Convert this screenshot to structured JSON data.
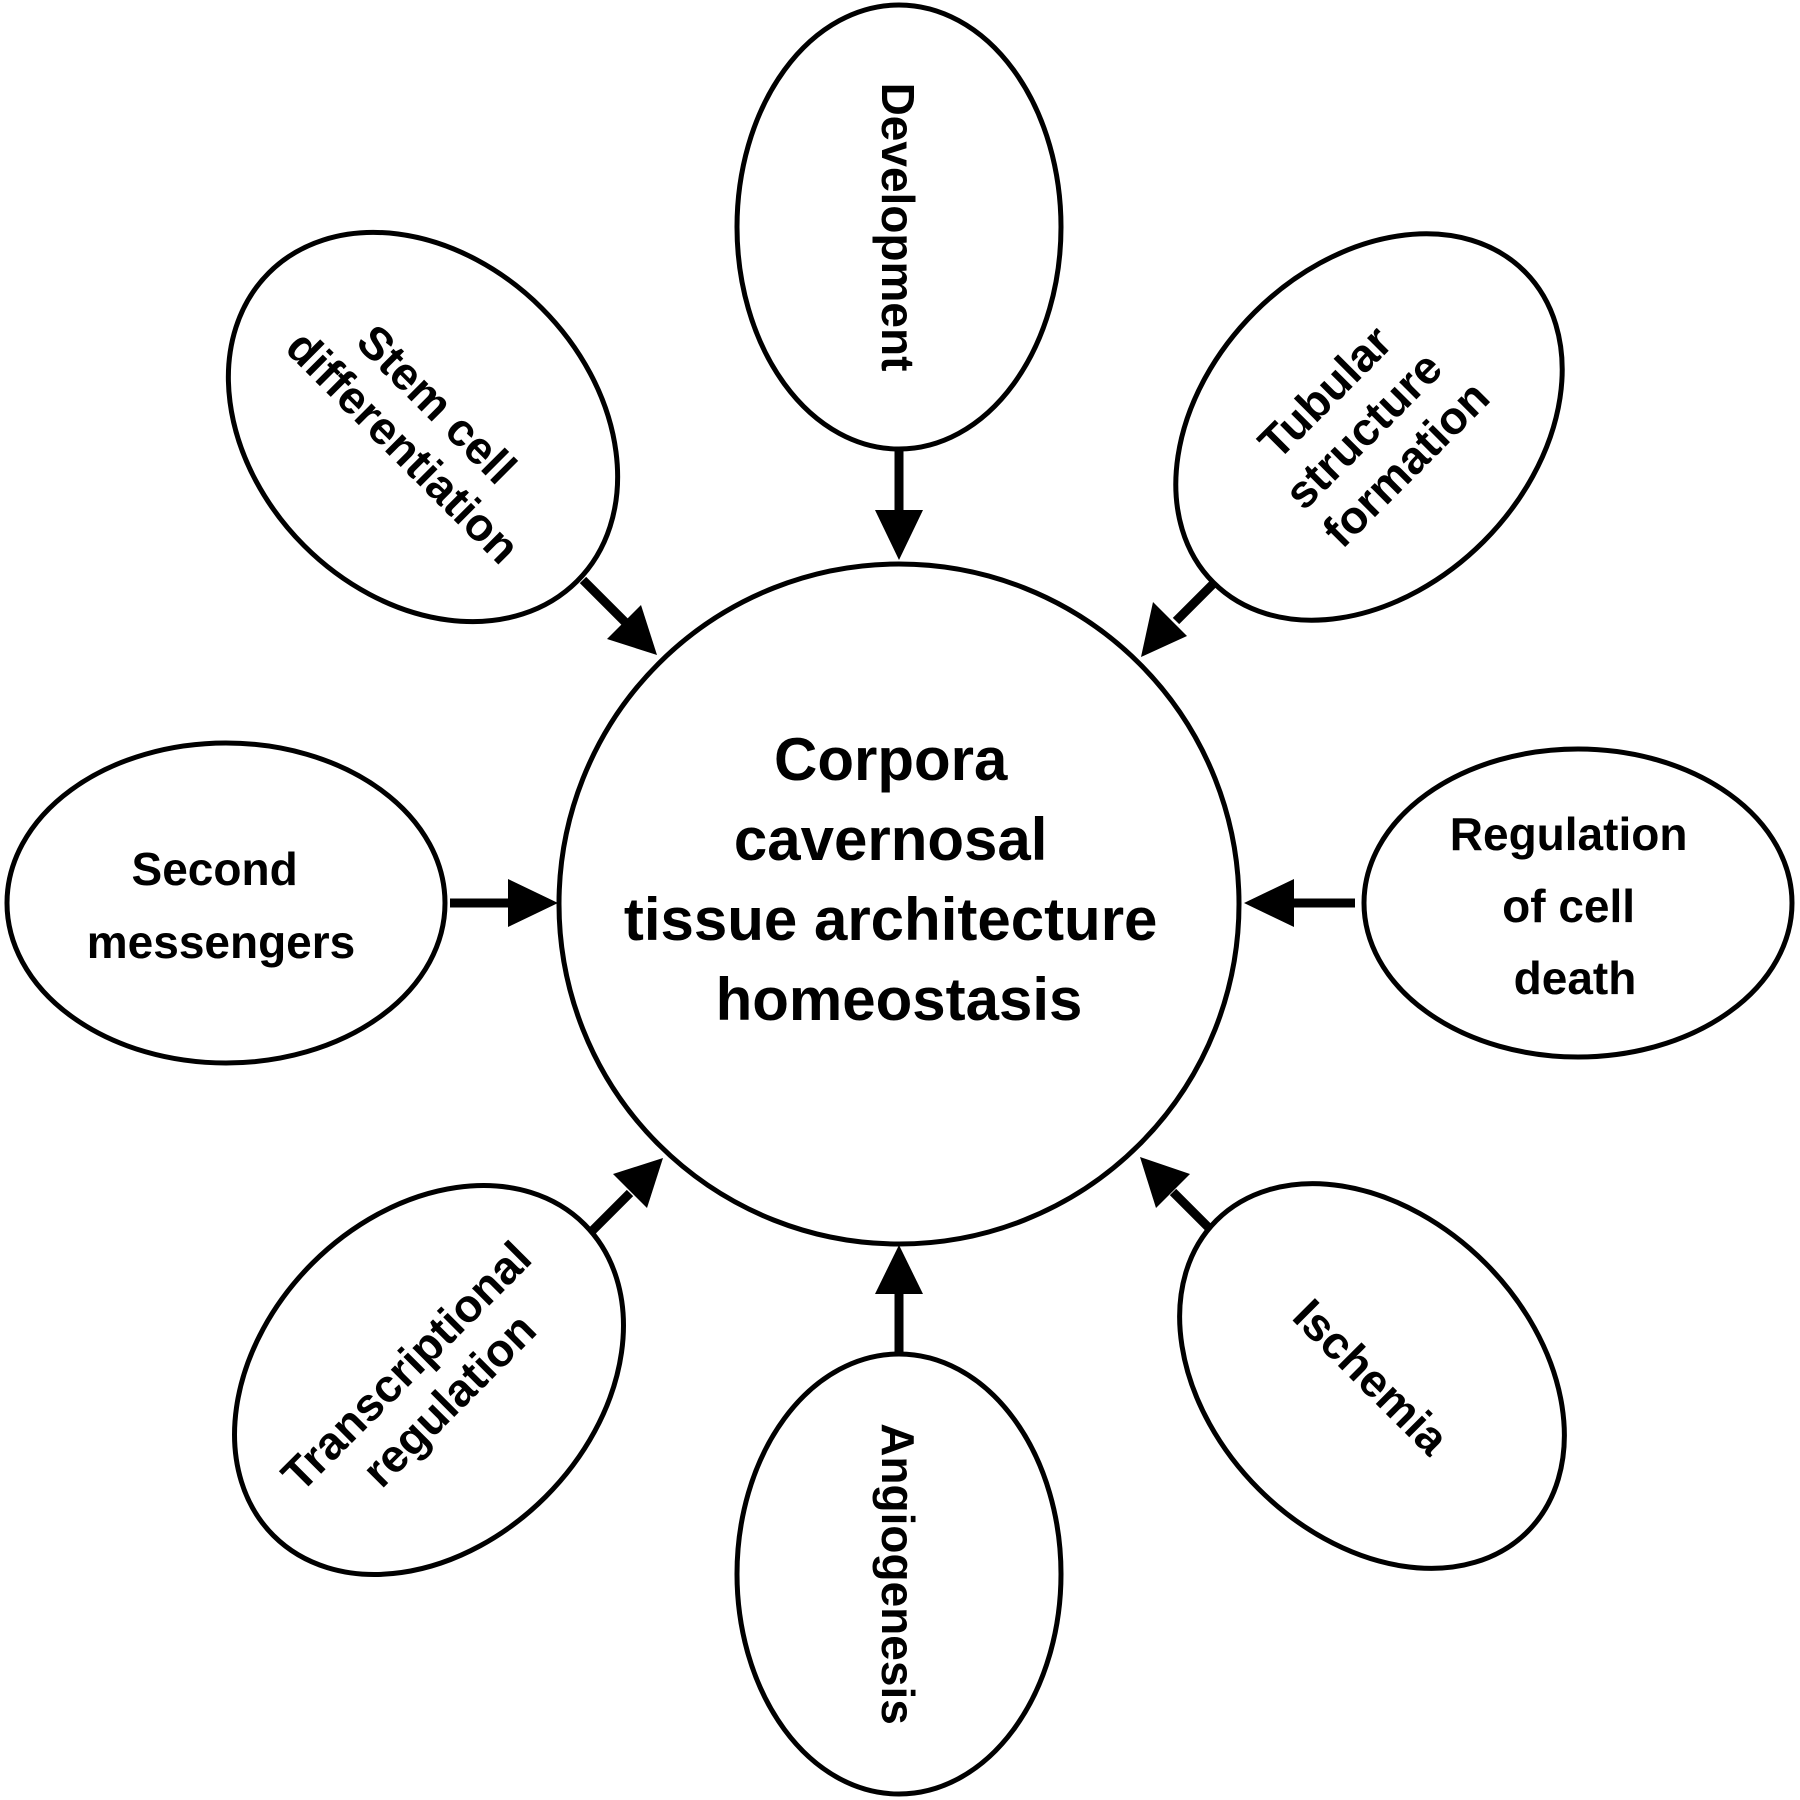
{
  "center": {
    "lines": [
      "Corpora",
      "cavernosal",
      "tissue architecture",
      "homeostasis"
    ]
  },
  "nodes": {
    "development": {
      "lines": [
        "Development"
      ]
    },
    "stem_cell": {
      "lines": [
        "Stem cell",
        "differentiation"
      ]
    },
    "tubular": {
      "lines": [
        "Tubular",
        "structure",
        "formation"
      ]
    },
    "second_messengers": {
      "lines": [
        "Second",
        "messengers"
      ]
    },
    "cell_death": {
      "lines": [
        "Regulation",
        "of cell",
        "death"
      ]
    },
    "transcriptional": {
      "lines": [
        "Transcriptional",
        "regulation"
      ]
    },
    "angiogenesis": {
      "lines": [
        "Angiogenesis"
      ]
    },
    "ischemia": {
      "lines": [
        "Ischemia"
      ]
    }
  },
  "colors": {
    "stroke": "#000000",
    "fill": "#ffffff"
  }
}
